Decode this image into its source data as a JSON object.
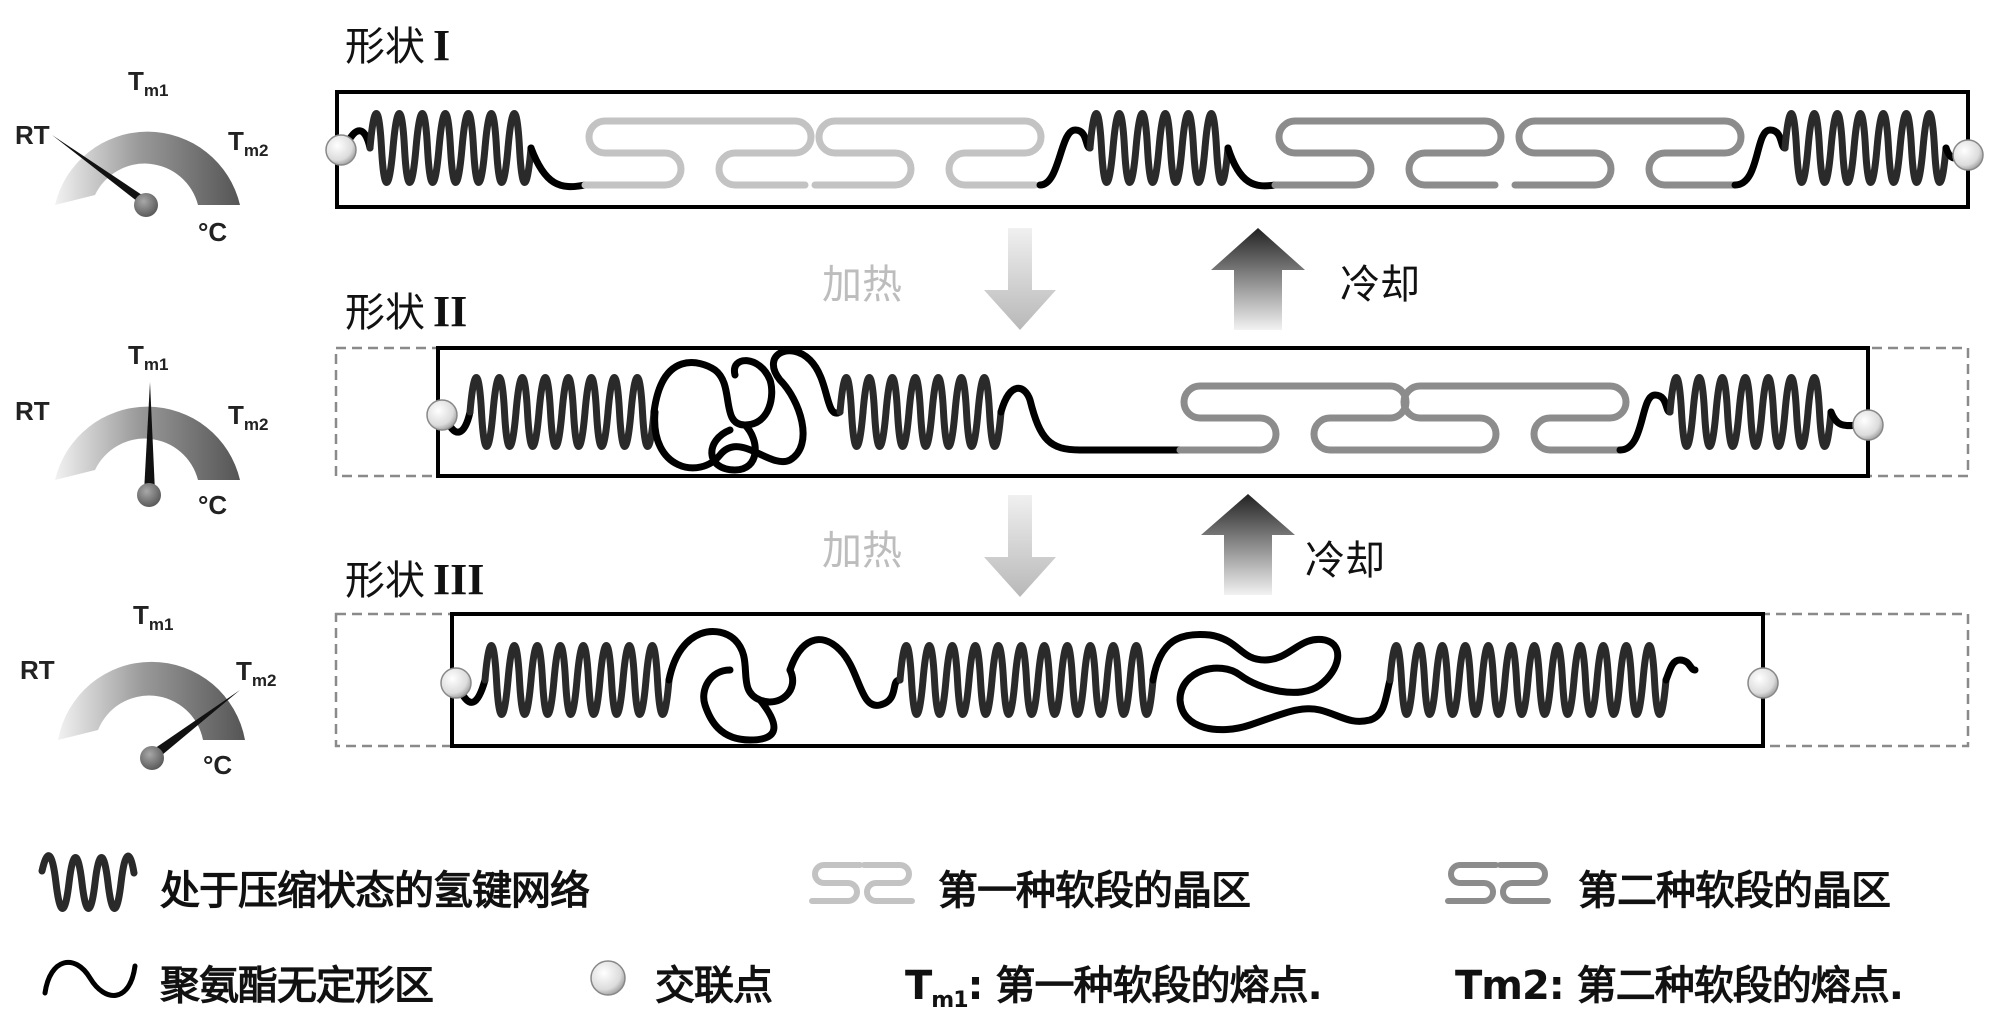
{
  "colors": {
    "spring": "#2a2a2a",
    "amorphous": "#000000",
    "crystal_first": "#c3c3c3",
    "crystal_second": "#8c8c8c",
    "box_border": "#000000",
    "dashed_border": "#8a8a8a",
    "heat_arrow": "#c8c8c8",
    "cool_arrow": "#333333",
    "crosslink": "#e4e4e4"
  },
  "shapes": [
    {
      "title": "形状",
      "roman": "I",
      "label": "Shape I"
    },
    {
      "title": "形状",
      "roman": "II",
      "label": "Shape II"
    },
    {
      "title": "形状",
      "roman": "III",
      "label": "Shape III"
    }
  ],
  "gauges": [
    {
      "rt": "RT",
      "tm1_base": "T",
      "tm1_sub": "m1",
      "tm2_base": "T",
      "tm2_sub": "m2",
      "unit": "°C",
      "needle_points_to": "RT"
    },
    {
      "rt": "RT",
      "tm1_base": "T",
      "tm1_sub": "m1",
      "tm2_base": "T",
      "tm2_sub": "m2",
      "unit": "°C",
      "needle_points_to": "Tm1"
    },
    {
      "rt": "RT",
      "tm1_base": "T",
      "tm1_sub": "m1",
      "tm2_base": "T",
      "tm2_sub": "m2",
      "unit": "°C",
      "needle_points_to": "Tm2"
    }
  ],
  "transitions": [
    {
      "heat": "加热",
      "cool": "冷却"
    },
    {
      "heat": "加热",
      "cool": "冷却"
    }
  ],
  "legend": {
    "row1": [
      {
        "icon": "spring-icon",
        "text": "处于压缩状态的氢键网络"
      },
      {
        "icon": "crystal-first-icon",
        "text": "第一种软段的晶区"
      },
      {
        "icon": "crystal-second-icon",
        "text": "第二种软段的晶区"
      }
    ],
    "row2": [
      {
        "icon": "amorphous-wave-icon",
        "text": "聚氨酯无定形区"
      },
      {
        "icon": "crosslink-sphere-icon",
        "text": "交联点"
      },
      {
        "prefix_base": "T",
        "prefix_sub": "m1",
        "text": ": 第一种软段的熔点."
      },
      {
        "prefix": "Tm2",
        "text": ": 第二种软段的熔点."
      }
    ]
  }
}
